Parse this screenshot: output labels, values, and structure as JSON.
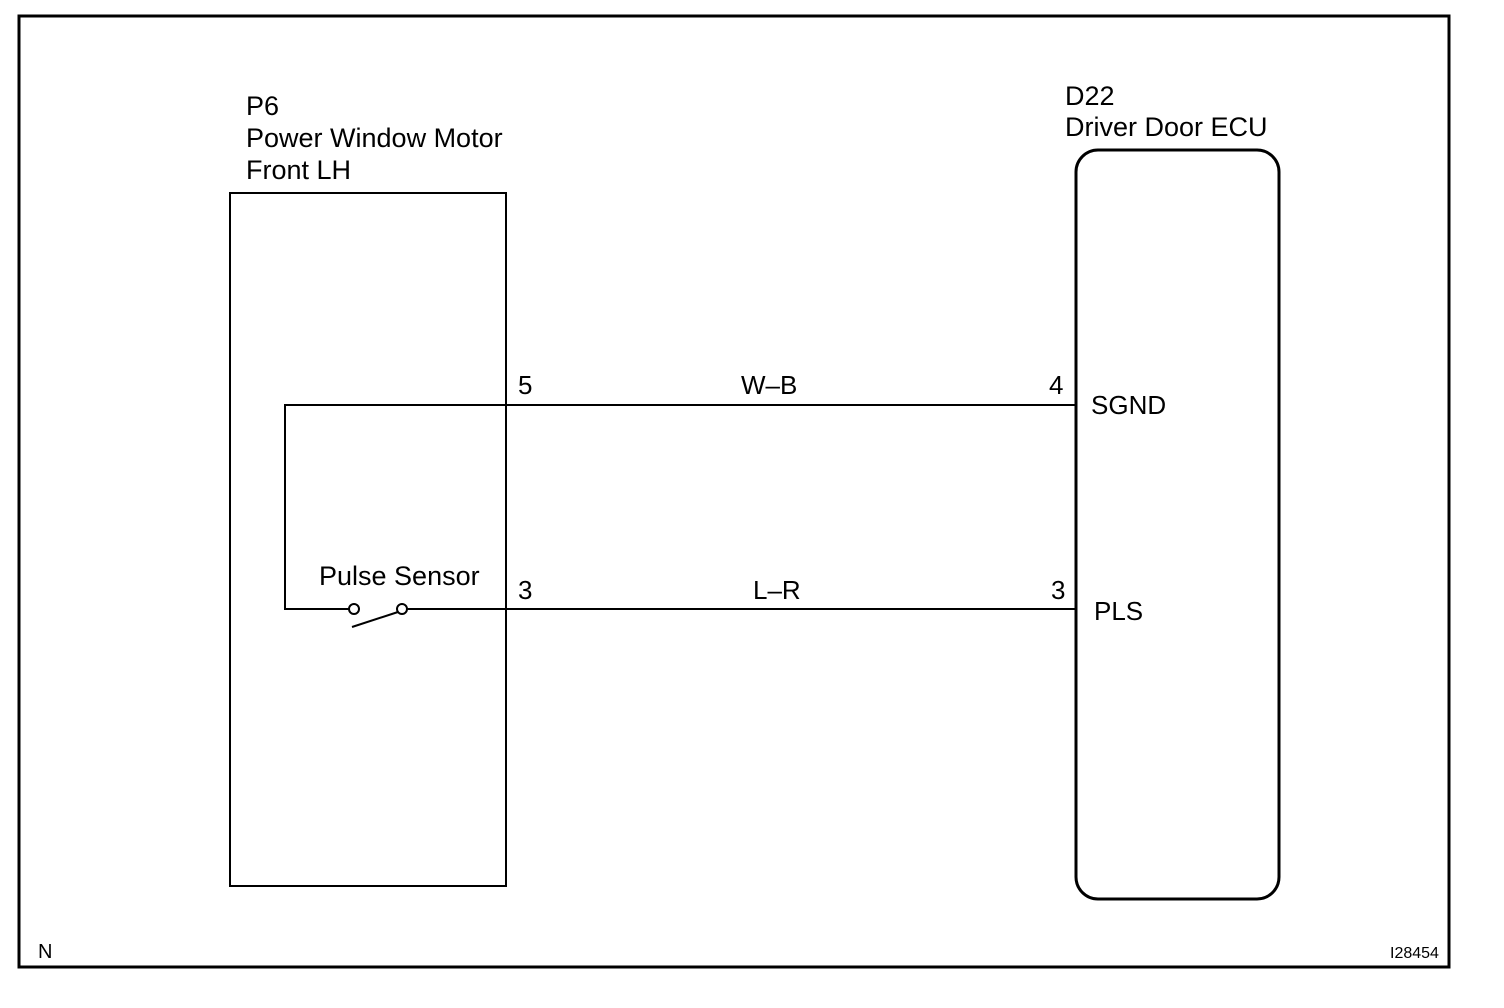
{
  "components": {
    "motor": {
      "code": "P6",
      "name_line1": "Power Window Motor",
      "name_line2": "Front LH",
      "sensor_label": "Pulse Sensor"
    },
    "ecu": {
      "code": "D22",
      "name": "Driver Door ECU"
    }
  },
  "wires": [
    {
      "from_pin": "5",
      "color": "W–B",
      "to_pin": "4",
      "terminal": "SGND"
    },
    {
      "from_pin": "3",
      "color": "L–R",
      "to_pin": "3",
      "terminal": "PLS"
    }
  ],
  "footer": {
    "left_code": "N",
    "figure_id": "I28454"
  },
  "colors": {
    "line": "#000000",
    "background": "#ffffff"
  }
}
